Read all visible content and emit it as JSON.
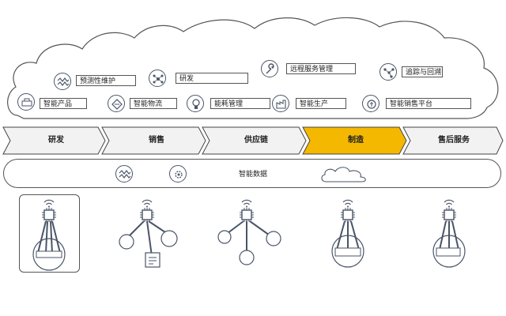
{
  "cloud": {
    "items": [
      {
        "label": "预测性维护",
        "icon": "waveform-icon"
      },
      {
        "label": "研发",
        "icon": "molecule-icon"
      },
      {
        "label": "远程服务管理",
        "icon": "wrench-icon"
      },
      {
        "label": "追踪与回溯",
        "icon": "route-icon"
      },
      {
        "label": "智能产品",
        "icon": "device-icon"
      },
      {
        "label": "智能物流",
        "icon": "logistics-icon"
      },
      {
        "label": "能耗管理",
        "icon": "bulb-icon"
      },
      {
        "label": "智能生产",
        "icon": "factory-icon"
      },
      {
        "label": "智能销售平台",
        "icon": "sales-icon"
      }
    ]
  },
  "process": {
    "steps": [
      "研发",
      "销售",
      "供应链",
      "制造",
      "售后服务"
    ],
    "active_index": 3,
    "active_color": "#f5b800",
    "inactive_color": "#f2f2f2"
  },
  "data_band": {
    "title": "智能数据",
    "icons": [
      "waveform-icon",
      "gear-network-icon",
      "cloud-icon"
    ]
  },
  "nodes": [
    {
      "icon": "chip-icon",
      "satellites": [
        "machine-icon"
      ]
    },
    {
      "icon": "chip-icon",
      "satellites": [
        "worker-icon",
        "customer-icon",
        "document-icon"
      ]
    },
    {
      "icon": "chip-icon",
      "satellites": [
        "helicopter-icon",
        "truck-icon",
        "robot-icon"
      ]
    },
    {
      "icon": "chip-icon",
      "satellites": [
        "production-line-icon"
      ]
    },
    {
      "icon": "chip-icon",
      "satellites": [
        "service-vehicle-icon"
      ]
    }
  ],
  "colors": {
    "line": "#4a5568",
    "accent": "#f5b800"
  }
}
